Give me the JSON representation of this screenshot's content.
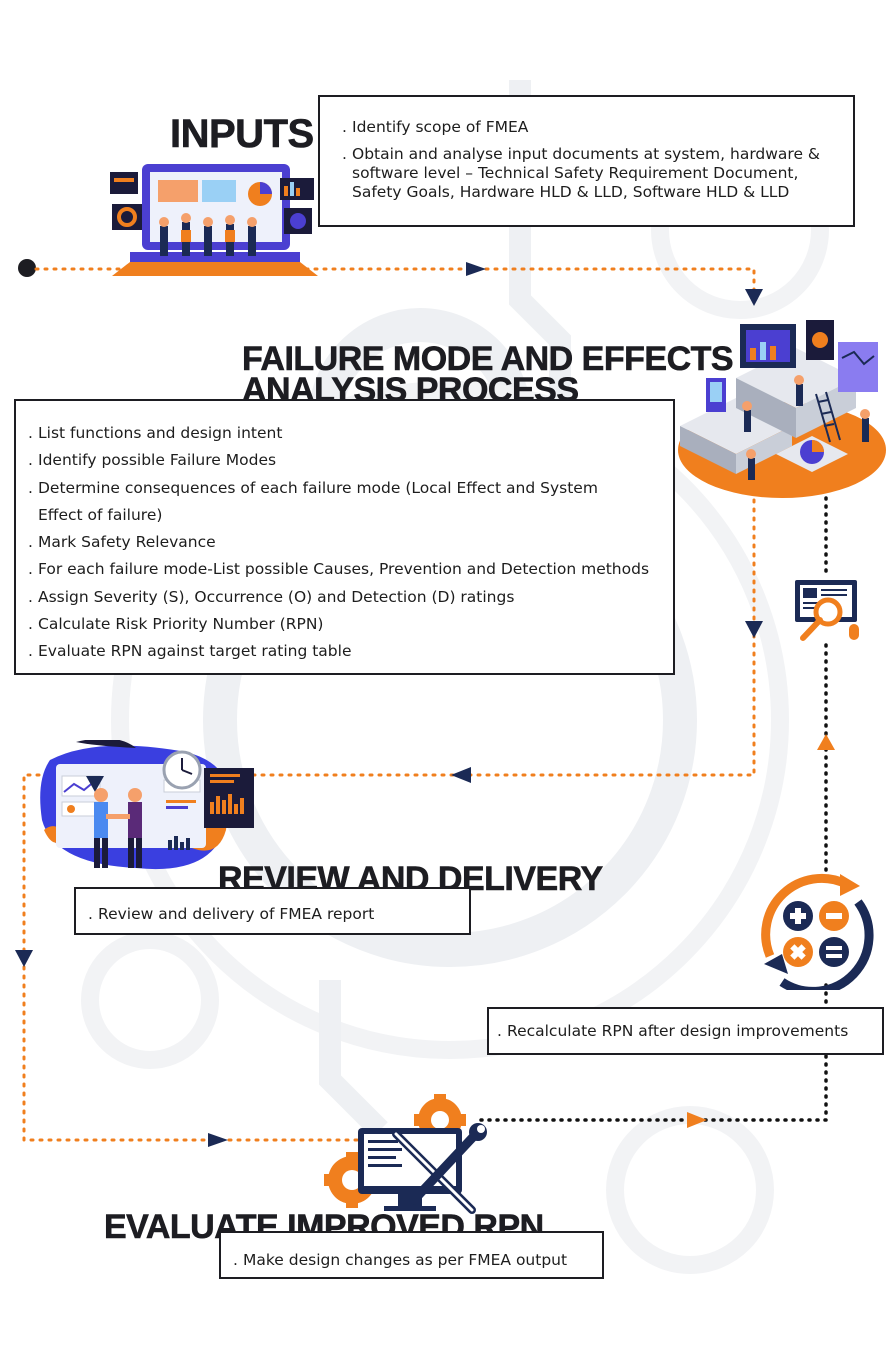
{
  "colors": {
    "accent_orange": "#f07f1e",
    "navy": "#1b2a55",
    "dark_text": "#1d1d22",
    "violet": "#4b3fd1",
    "gear_gray": "#eef0f3"
  },
  "sections": [
    {
      "id": "inputs",
      "heading": "INPUTS",
      "items": [
        "Identify scope of FMEA",
        "Obtain and analyse input documents at system, hardware & software level – Technical Safety Requirement Document, Safety Goals, Hardware HLD & LLD, Software HLD & LLD"
      ]
    },
    {
      "id": "fmea",
      "heading_line1": "FAILURE MODE AND EFFECTS",
      "heading_line2": "ANALYSIS PROCESS",
      "items": [
        "List functions and design intent",
        "Identify possible Failure Modes",
        "Determine consequences of each failure mode (Local Effect and System Effect of failure)",
        "Mark Safety Relevance",
        "For each failure mode-List possible Causes, Prevention and Detection methods",
        "Assign Severity (S), Occurrence (O) and Detection (D) ratings",
        "Calculate Risk Priority Number (RPN)",
        "Evaluate RPN against target rating table"
      ]
    },
    {
      "id": "review",
      "heading": "REVIEW AND DELIVERY",
      "items": [
        "Review and delivery of FMEA report"
      ]
    },
    {
      "id": "recalculate",
      "items": [
        "Recalculate RPN after design improvements"
      ]
    },
    {
      "id": "evaluate",
      "heading": "EVALUATE IMPROVED RPN",
      "items": [
        "Make design changes as per FMEA output"
      ]
    }
  ],
  "icons": [
    "presentation-laptop-icon",
    "isometric-analytics-icon",
    "document-magnifier-icon",
    "business-handshake-icon",
    "calculator-cycle-icon",
    "monitor-tools-gear-icon"
  ]
}
